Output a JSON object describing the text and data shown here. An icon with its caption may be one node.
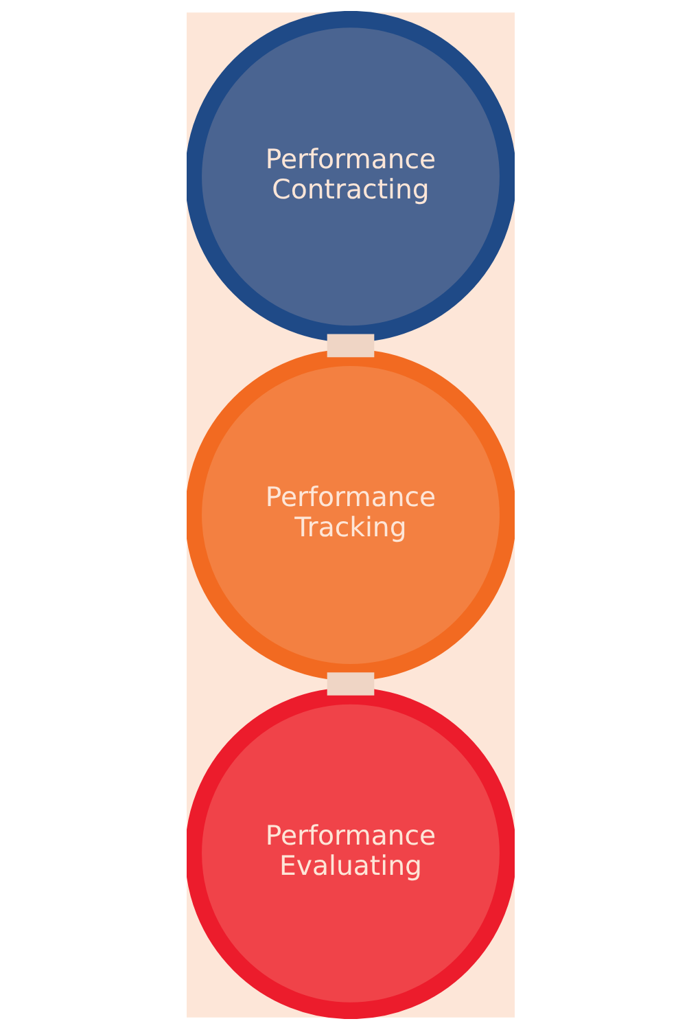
{
  "diagram": {
    "nodes": [
      {
        "text": [
          "Performance Contracting"
        ]
      },
      {
        "text": [
          "Performance Tracking"
        ]
      },
      {
        "text": [
          "Performance Evaluating"
        ]
      }
    ],
    "edges": [
      {
        "from": 0,
        "to": 1,
        "arrow": "none"
      },
      {
        "from": 1,
        "to": 2,
        "arrow": "none"
      }
    ]
  }
}
